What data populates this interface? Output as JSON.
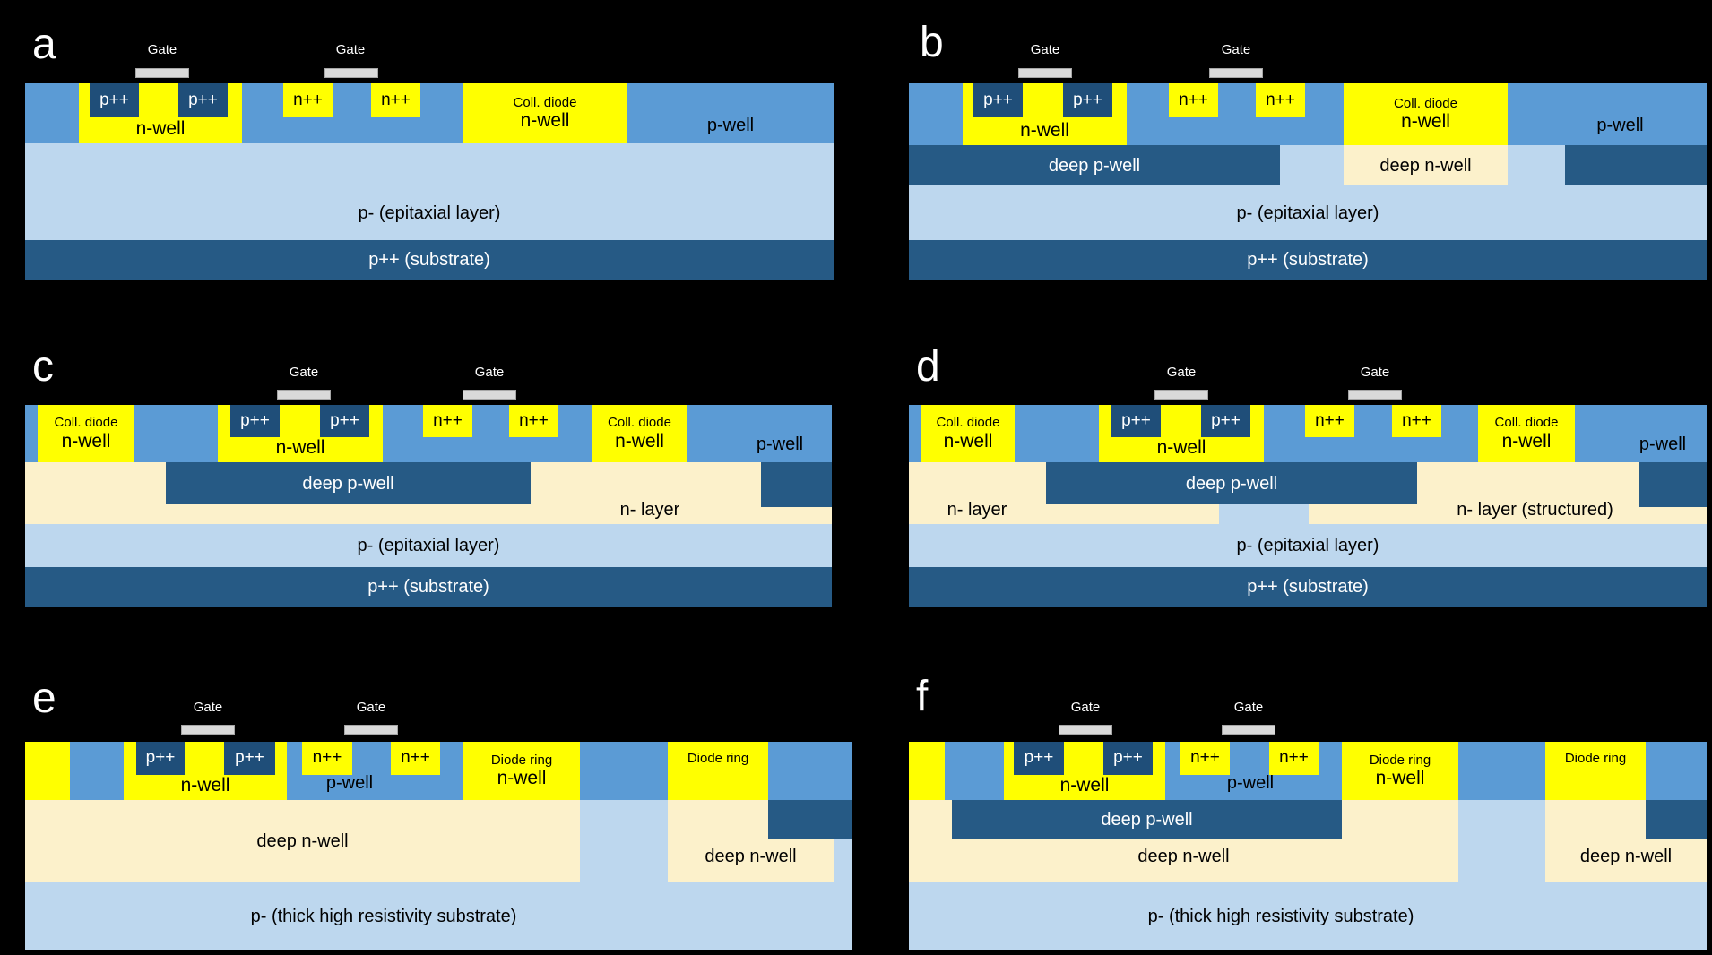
{
  "figure": {
    "type": "semiconductor-cross-section-diagram",
    "panel_count": 6
  },
  "strings": {
    "gate": "Gate",
    "p_plus": "p++",
    "n_plus": "n++",
    "n_well": "n-well",
    "p_well": "p-well",
    "coll_diode": "Coll. diode",
    "diode_ring": "Diode ring",
    "deep_p_well": "deep p-well",
    "deep_n_well": "deep n-well",
    "n_layer": "n- layer",
    "n_layer_structured": "n- layer (structured)",
    "epitaxial_layer": "p- (epitaxial layer)",
    "substrate": "p++ (substrate)",
    "thick_substrate": "p- (thick high resistivity substrate)"
  },
  "panels": {
    "a": {
      "label": "a",
      "surface_regions": [
        "p++",
        "p++",
        "n-well",
        "n++",
        "n++",
        "Coll. diode n-well",
        "p-well"
      ],
      "gates": [
        "Gate",
        "Gate"
      ],
      "layers": [
        "p- (epitaxial layer)",
        "p++ (substrate)"
      ]
    },
    "b": {
      "label": "b",
      "surface_regions": [
        "p++",
        "p++",
        "n-well",
        "n++",
        "n++",
        "Coll. diode n-well",
        "p-well"
      ],
      "gates": [
        "Gate",
        "Gate"
      ],
      "deep_regions": [
        "deep p-well",
        "deep n-well"
      ],
      "layers": [
        "p- (epitaxial layer)",
        "p++ (substrate)"
      ]
    },
    "c": {
      "label": "c",
      "surface_regions": [
        "Coll. diode n-well",
        "p++",
        "p++",
        "n-well",
        "n++",
        "n++",
        "Coll. diode n-well",
        "p-well"
      ],
      "gates": [
        "Gate",
        "Gate"
      ],
      "deep_regions": [
        "deep p-well",
        "n- layer"
      ],
      "layers": [
        "p- (epitaxial layer)",
        "p++ (substrate)"
      ]
    },
    "d": {
      "label": "d",
      "surface_regions": [
        "Coll. diode n-well",
        "p++",
        "p++",
        "n-well",
        "n++",
        "n++",
        "Coll. diode n-well",
        "p-well"
      ],
      "gates": [
        "Gate",
        "Gate"
      ],
      "deep_regions": [
        "deep p-well",
        "n- layer",
        "n- layer (structured)"
      ],
      "layers": [
        "p- (epitaxial layer)",
        "p++ (substrate)"
      ]
    },
    "e": {
      "label": "e",
      "surface_regions": [
        "p++",
        "p++",
        "n-well",
        "n++",
        "n++",
        "p-well",
        "Diode ring n-well",
        "Diode ring"
      ],
      "gates": [
        "Gate",
        "Gate"
      ],
      "deep_regions": [
        "deep n-well",
        "deep n-well"
      ],
      "layers": [
        "p- (thick high resistivity substrate)"
      ]
    },
    "f": {
      "label": "f",
      "surface_regions": [
        "p++",
        "p++",
        "n-well",
        "n++",
        "n++",
        "p-well",
        "Diode ring n-well",
        "Diode ring"
      ],
      "gates": [
        "Gate",
        "Gate"
      ],
      "deep_regions": [
        "deep p-well",
        "deep n-well",
        "deep n-well"
      ],
      "layers": [
        "p- (thick high resistivity substrate)"
      ]
    }
  },
  "colors": {
    "well_blue": "#5B9BD5",
    "epi_light_blue": "#BDD7EE",
    "deep_navy": "#265A85",
    "p_plus_navy": "#1F4E79",
    "implant_yellow": "#FFFF00",
    "deep_n_well_cream": "#FCF1CB",
    "gate_gray": "#D9D9D9",
    "background": "#000000"
  }
}
